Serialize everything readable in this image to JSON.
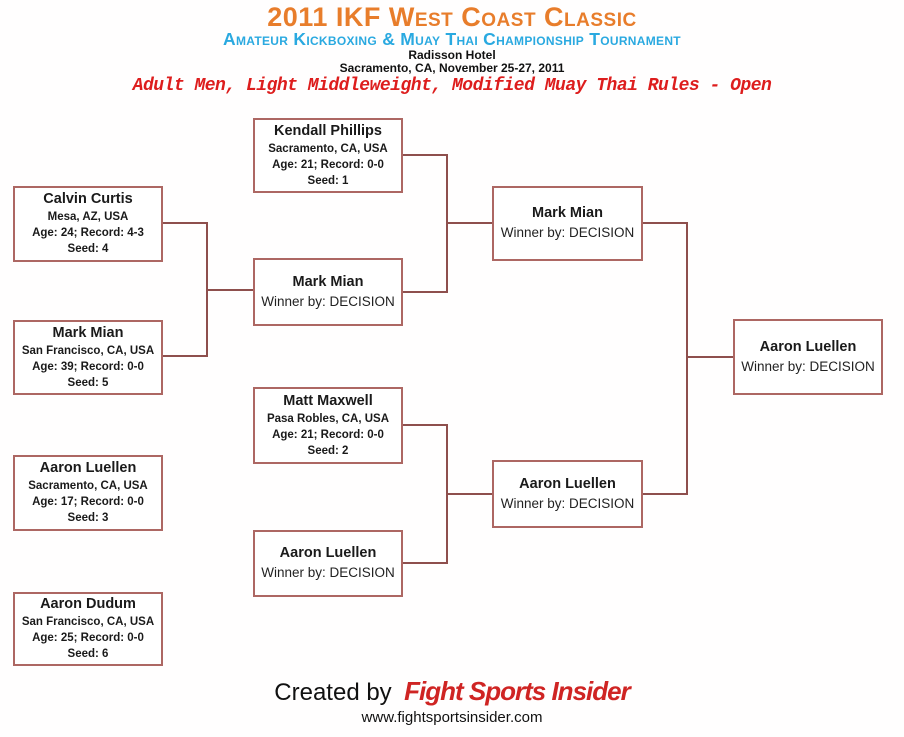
{
  "header": {
    "title": "2011 IKF West Coast Classic",
    "subtitle": "Amateur Kickboxing & Muay Thai Championship Tournament",
    "venue": "Radisson Hotel",
    "location_date": "Sacramento, CA, November 25-27, 2011",
    "division": "Adult Men, Light Middleweight, Modified Muay Thai Rules - Open"
  },
  "colors": {
    "title_orange": "#e87d2b",
    "subtitle_blue": "#2aa9e0",
    "division_red": "#dd1d1d",
    "box_border": "#ad6763",
    "connector_line": "#8e4f4d",
    "logo_red": "#cf2423"
  },
  "bracket": {
    "boxes": [
      {
        "name": "Kendall Phillips",
        "city": "Sacramento, CA, USA",
        "stats": "Age: 21; Record: 0-0",
        "seed": "Seed: 1"
      },
      {
        "name": "Calvin  Curtis",
        "city": "Mesa, AZ, USA",
        "stats": "Age: 24; Record: 4-3",
        "seed": "Seed: 4"
      },
      {
        "name": "Mark  Mian",
        "result": "Winner by: DECISION"
      },
      {
        "name": "Mark  Mian",
        "city": "San Francisco, CA, USA",
        "stats": "Age: 39; Record: 0-0",
        "seed": "Seed: 5"
      },
      {
        "name": "Mark  Mian",
        "result": "Winner by: DECISION"
      },
      {
        "name": "Matt Maxwell",
        "city": "Pasa Robles, CA, USA",
        "stats": "Age: 21; Record: 0-0",
        "seed": "Seed: 2"
      },
      {
        "name": "Aaron  Luellen",
        "city": "Sacramento, CA, USA",
        "stats": "Age: 17; Record: 0-0",
        "seed": "Seed: 3"
      },
      {
        "name": "Aaron  Luellen",
        "result": "Winner by: DECISION"
      },
      {
        "name": "Aaron  Dudum",
        "city": "San Francisco, CA, USA",
        "stats": "Age: 25; Record: 0-0",
        "seed": "Seed: 6"
      },
      {
        "name": "Aaron  Luellen",
        "result": "Winner by: DECISION"
      },
      {
        "name": "Aaron  Luellen",
        "result": "Winner by: DECISION"
      }
    ]
  },
  "footer": {
    "created_by": "Created by",
    "logo": "Fight Sports Insider",
    "website": "www.fightsportsinsider.com"
  }
}
